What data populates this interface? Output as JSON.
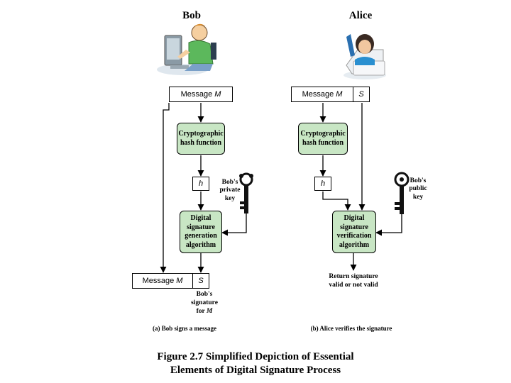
{
  "bob_label": "Bob",
  "alice_label": "Alice",
  "left": {
    "message_box": {
      "prefix": "Message ",
      "var": "M"
    },
    "hash_box": "Cryptographic hash function",
    "h_box": "h",
    "key_label": "Bob's private key",
    "gen_box": "Digital signature generation algorithm",
    "out_message": {
      "prefix": "Message ",
      "var": "M"
    },
    "out_sig": "S",
    "sig_label": {
      "line1": "Bob's",
      "line2": "signature",
      "line3_prefix": "for ",
      "line3_var": "M"
    },
    "caption": "(a) Bob signs a message"
  },
  "right": {
    "message_box": {
      "prefix": "Message ",
      "var": "M"
    },
    "sig_box": "S",
    "hash_box": "Cryptographic hash function",
    "h_box": "h",
    "key_label": "Bob's public key",
    "ver_box": "Digital signature verification algorithm",
    "result": "Return signature valid or not valid",
    "caption": "(b) Alice verifies the signature"
  },
  "figure_caption": {
    "line1": "Figure 2.7  Simplified Depiction of Essential",
    "line2": "Elements of Digital Signature Process"
  },
  "colors": {
    "box_fill": "#c8e6c4",
    "stroke": "#000000"
  }
}
